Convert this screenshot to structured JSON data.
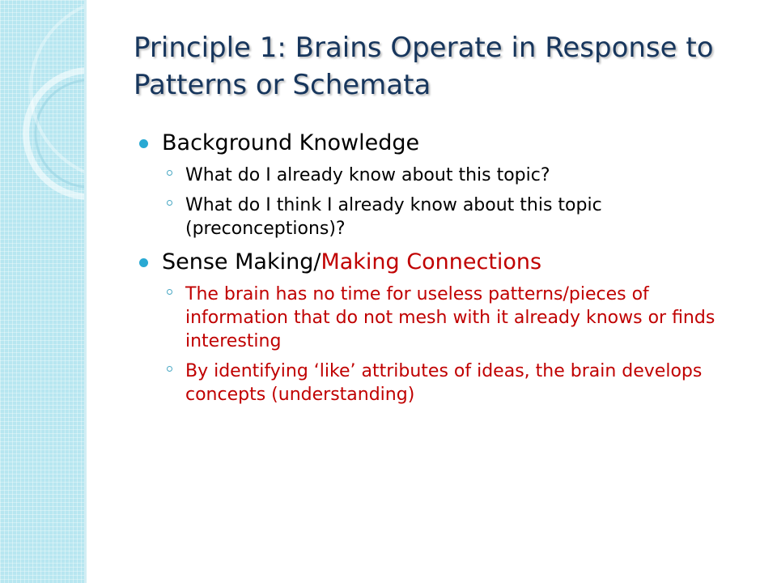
{
  "slide": {
    "title": "Principle 1: Brains Operate in Response to Patterns or Schemata",
    "colors": {
      "title": "#17365d",
      "bullet": "#29a9d3",
      "highlight": "#c00000",
      "side_panel": "#b7e6f0"
    },
    "bullets": [
      {
        "text": "Background Knowledge",
        "subitems": [
          "What do I already know about this topic?",
          "What do I think I already know about this topic (preconceptions)?"
        ]
      },
      {
        "text_plain": "Sense Making/",
        "text_highlight": "Making Connections",
        "subitems": [
          "The brain has no time for useless patterns/pieces of information that do not mesh with it already knows or finds interesting",
          "By identifying ‘like’ attributes of ideas, the brain develops concepts (understanding)"
        ]
      }
    ]
  }
}
